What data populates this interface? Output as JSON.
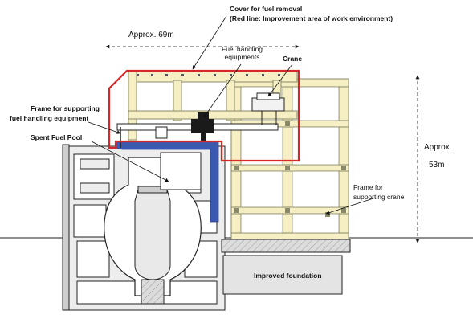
{
  "labels": {
    "cover_title": "Cover for fuel removal",
    "cover_note": "(Red line: Improvement area of work environment)",
    "width_dim": "Approx. 69m",
    "fuel_handling": "Fuel handling\nequipments",
    "crane": "Crane",
    "frame_fuel_line1": "Frame for supporting",
    "frame_fuel_line2": "fuel handling equipment",
    "spent_fuel_pool": "Spent Fuel Pool",
    "height_dim_line1": "Approx.",
    "height_dim_line2": "53m",
    "frame_crane_line1": "Frame for",
    "frame_crane_line2": "supporting crane",
    "foundation": "Improved foundation"
  },
  "colors": {
    "cover_outline": "#d62828",
    "pool_frame": "#3b59b0",
    "frame_fill": "#f5efc3",
    "frame_stroke": "#8a8a6a",
    "reactor_fill": "#ededed",
    "foundation_fill": "#e4e4e4",
    "ink": "#111111"
  }
}
